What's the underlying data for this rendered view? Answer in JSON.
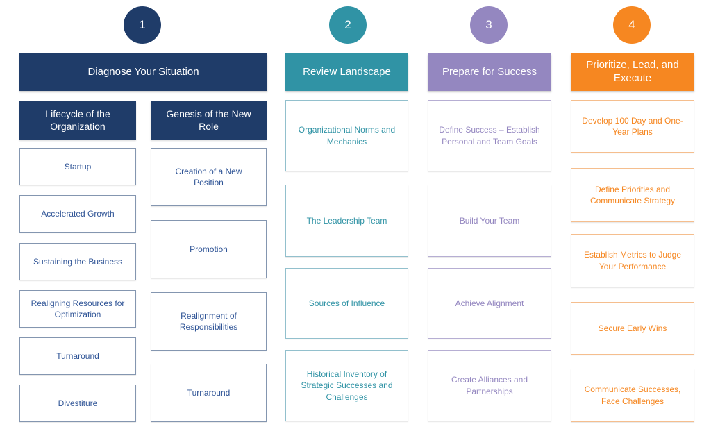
{
  "steps": [
    {
      "number": "1",
      "title": "Diagnose Your Situation",
      "fill": "#1F3C69",
      "box_text_color": "#2F5496",
      "box_border_color": "#8496B0",
      "sub_columns": [
        {
          "header": "Lifecycle of the Organization",
          "boxes": [
            "Startup",
            "Accelerated Growth",
            "Sustaining the Business",
            "Realigning Resources for Optimization",
            "Turnaround",
            "Divestiture"
          ]
        },
        {
          "header": "Genesis of the New Role",
          "boxes": [
            "Creation of a New Position",
            "Promotion",
            "Realignment of Responsibilities",
            "Turnaround"
          ]
        }
      ]
    },
    {
      "number": "2",
      "title": "Review Landscape",
      "fill": "#3093A5",
      "box_text_color": "#3093A5",
      "box_border_color": "#92C0CD",
      "boxes": [
        "Organizational Norms and Mechanics",
        "The Leadership Team",
        "Sources of Influence",
        "Historical Inventory of Strategic Successes and Challenges"
      ]
    },
    {
      "number": "3",
      "title": "Prepare for Success",
      "fill": "#9487C0",
      "box_text_color": "#9487C0",
      "box_border_color": "#B6AED3",
      "boxes": [
        "Define Success – Establish Personal and Team Goals",
        "Build Your Team",
        "Achieve Alignment",
        "Create Alliances and Partnerships"
      ]
    },
    {
      "number": "4",
      "title": "Prioritize, Lead, and Execute",
      "fill": "#F68721",
      "box_text_color": "#F68721",
      "box_border_color": "#F5BE8E",
      "boxes": [
        "Develop 100 Day and One-Year Plans",
        "Define Priorities and Communicate Strategy",
        "Establish Metrics to Judge Your Performance",
        "Secure Early Wins",
        "Communicate Successes, Face Challenges"
      ]
    }
  ]
}
